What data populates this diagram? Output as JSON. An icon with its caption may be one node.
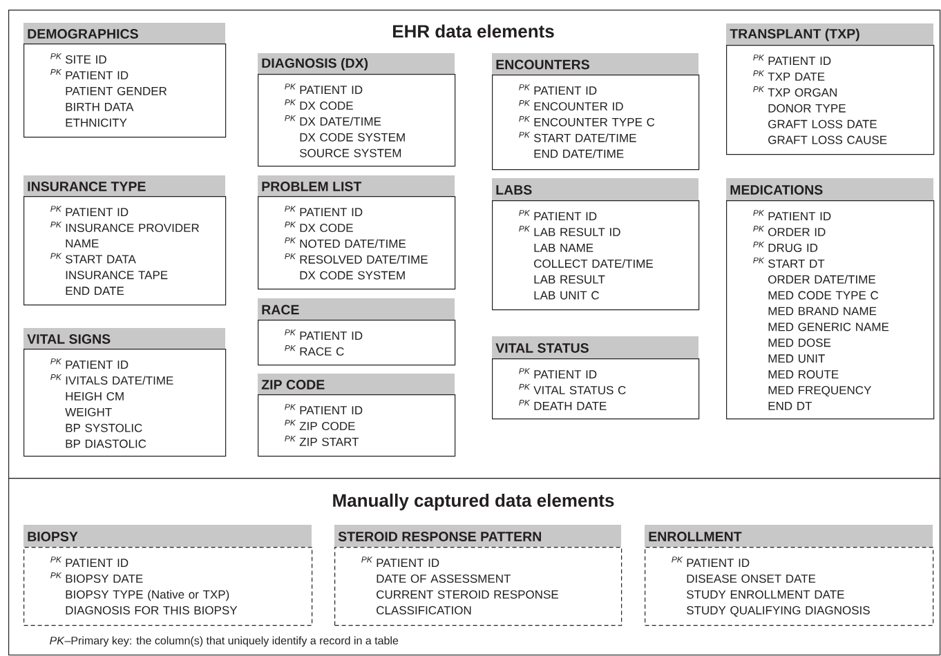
{
  "diagram": {
    "nodes": [
      {
        "text": [
          "EHR data elements"
        ]
      },
      {
        "text": [
          "DEMOGRAPHICS",
          "PK",
          "SITE ID",
          "PK",
          "PATIENT ID",
          "PATIENT GENDER",
          "BIRTH DATA",
          "ETHNICITY"
        ],
        "in": 0
      },
      {
        "text": [
          "DIAGNOSIS (DX)",
          "PK",
          "PATIENT ID",
          "PK",
          "DX CODE",
          "PK",
          "DX DATE/TIME",
          "DX CODE SYSTEM",
          "SOURCE SYSTEM"
        ],
        "in": 0
      },
      {
        "text": [
          "ENCOUNTERS",
          "PK",
          "PATIENT ID",
          "PK",
          "ENCOUNTER ID",
          "PK",
          "ENCOUNTER TYPE C",
          "PK",
          "START DATE/TIME",
          "END DATE/TIME"
        ],
        "in": 0
      },
      {
        "text": [
          "TRANSPLANT (TXP)",
          "PK",
          "PATIENT ID",
          "PK",
          "TXP DATE",
          "PK",
          "TXP ORGAN",
          "DONOR TYPE",
          "GRAFT LOSS DATE",
          "GRAFT LOSS CAUSE"
        ],
        "in": 0
      },
      {
        "text": [
          "INSURANCE TYPE",
          "PK",
          "PATIENT ID",
          "PK",
          "INSURANCE PROVIDER NAME",
          "PK",
          "START DATA",
          "INSURANCE TAPE",
          "END DATE"
        ],
        "in": 0
      },
      {
        "text": [
          "PROBLEM LIST",
          "PK",
          "PATIENT ID",
          "PK",
          "DX CODE",
          "PK",
          "NOTED DATE/TIME",
          "PK",
          "RESOLVED DATE/TIME",
          "DX CODE SYSTEM"
        ],
        "in": 0
      },
      {
        "text": [
          "LABS",
          "PK",
          "PATIENT ID",
          "PK",
          "LAB RESULT ID",
          "LAB NAME",
          "COLLECT DATE/TIME",
          "LAB RESULT",
          "LAB UNIT C"
        ],
        "in": 0
      },
      {
        "text": [
          "MEDICATIONS",
          "PK",
          "PATIENT ID",
          "PK",
          "ORDER ID",
          "PK",
          "DRUG ID",
          "PK",
          "START DT",
          "ORDER DATE/TIME",
          "MED CODE TYPE C",
          "MED BRAND NAME",
          "MED GENERIC NAME",
          "MED DOSE",
          "MED UNIT",
          "MED ROUTE",
          "MED FREQUENCY",
          "END DT"
        ],
        "in": 0
      },
      {
        "text": [
          "RACE",
          "PK",
          "PATIENT ID",
          "PK",
          "RACE C"
        ],
        "in": 0
      },
      {
        "text": [
          "VITAL SIGNS",
          "PK",
          "PATIENT ID",
          "PK",
          "IVITALS DATE/TIME",
          "HEIGH CM",
          "WEIGHT",
          "BP SYSTOLIC",
          "BP DIASTOLIC"
        ],
        "in": 0
      },
      {
        "text": [
          "VITAL STATUS",
          "PK",
          "PATIENT ID",
          "PK",
          "VITAL STATUS C",
          "PK",
          "DEATH DATE"
        ],
        "in": 0
      },
      {
        "text": [
          "ZIP CODE",
          "PK",
          "PATIENT ID",
          "PK",
          "ZIP CODE",
          "PK",
          "ZIP START"
        ],
        "in": 0
      },
      {
        "text": [
          "Manually captured data elements",
          "*PK*–Primary key: the column(s) that uniquely identify a record in a table"
        ]
      },
      {
        "text": [
          "BIOPSY",
          "PK",
          "PATIENT ID",
          "PK",
          "BIOPSY DATE",
          "BIOPSY TYPE (Native or TXP)",
          "DIAGNOSIS FOR THIS BIOPSY"
        ],
        "in": 13
      },
      {
        "text": [
          "STEROID RESPONSE PATTERN",
          "PK",
          "PATIENT ID",
          "DATE OF ASSESSMENT",
          "CURRENT STEROID RESPONSE",
          "CLASSIFICATION"
        ],
        "in": 13
      },
      {
        "text": [
          "ENROLLMENT",
          "PK",
          "PATIENT ID",
          "DISEASE ONSET DATE",
          "STUDY ENROLLMENT DATE",
          "STUDY QUALIFYING DIAGNOSIS"
        ],
        "in": 13
      }
    ]
  }
}
